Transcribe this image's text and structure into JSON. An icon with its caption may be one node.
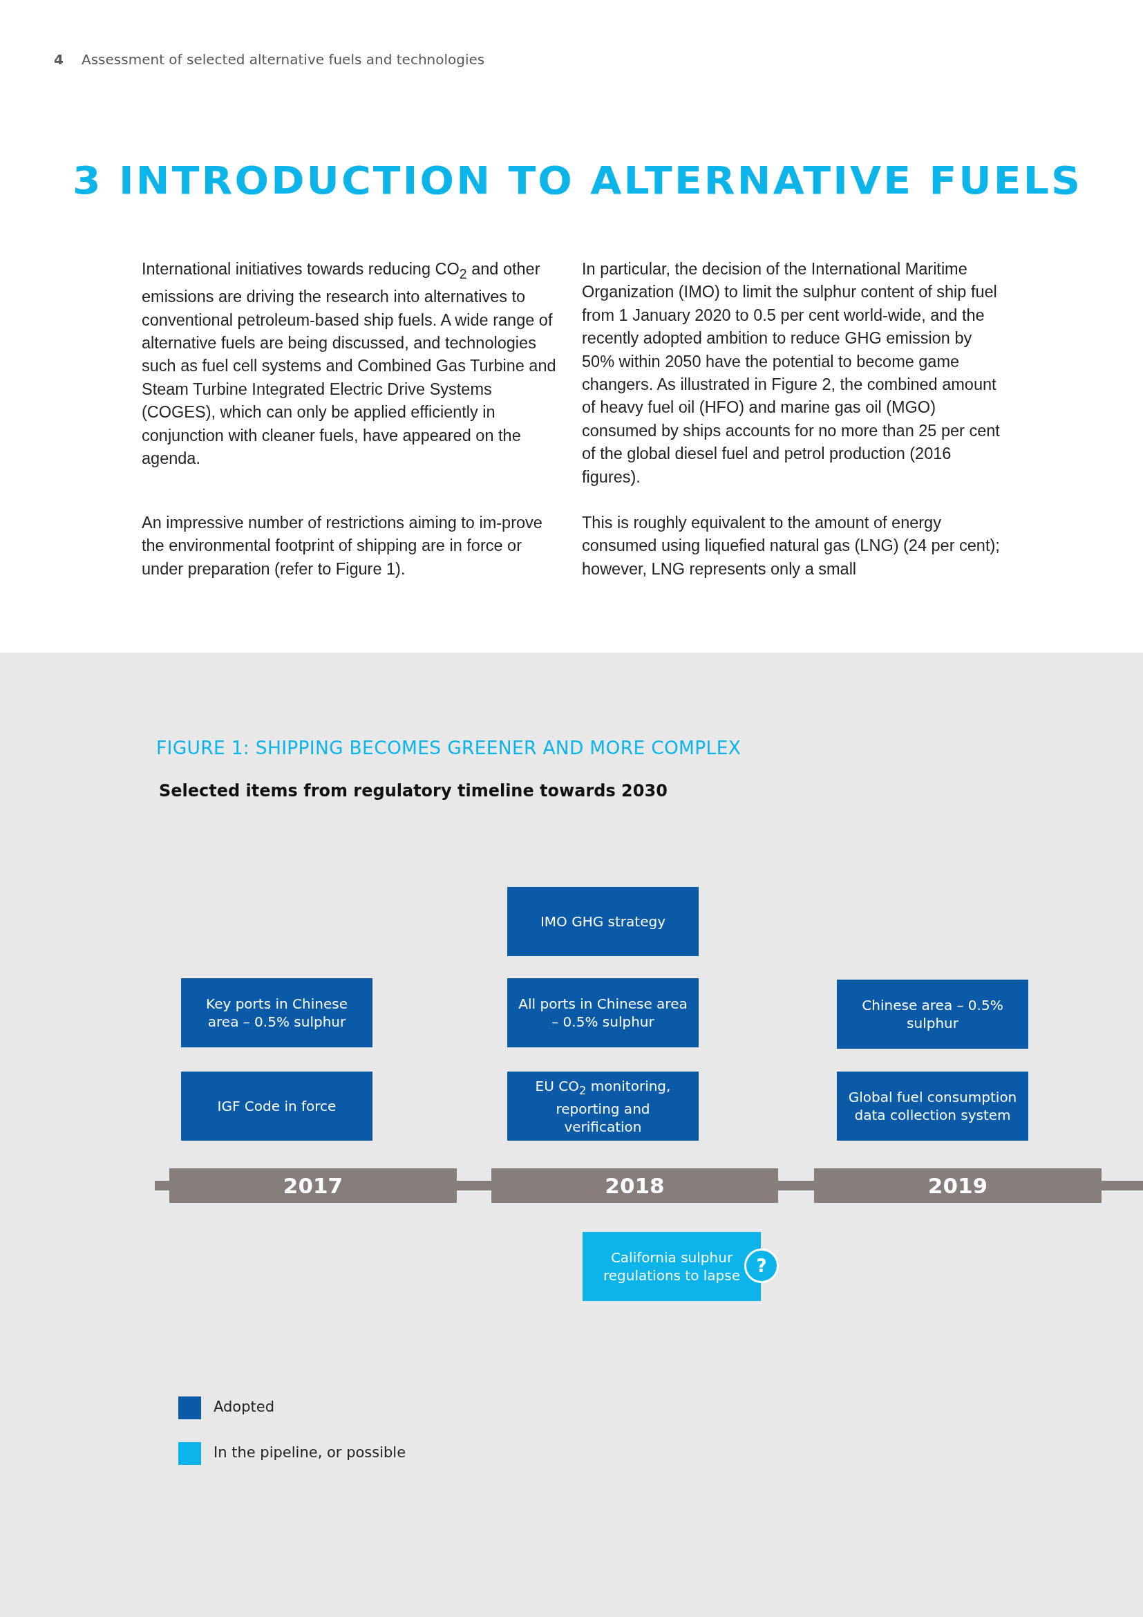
{
  "diagram": {
    "title": "3 INTRODUCTION TO ALTERNATIVE FUELS",
    "nodes": [
      {
        "text": [
          "IMO GHG strategy"
        ]
      },
      {
        "text": [
          "Key ports in Chinese area – 0.5% sulphur"
        ]
      },
      {
        "text": [
          "All ports in Chinese area – 0.5% sulphur"
        ]
      },
      {
        "text": [
          "Chinese area – 0.5% sulphur"
        ]
      },
      {
        "text": [
          "IGF Code in force"
        ]
      },
      {
        "text": [
          "EU CO$_{2}$ monitoring, reporting and verification"
        ]
      },
      {
        "text": [
          "Global fuel consumption data collection system"
        ]
      },
      {
        "text": [
          "2017"
        ]
      },
      {
        "text": [
          "2018"
        ]
      },
      {
        "text": [
          "2019"
        ]
      },
      {
        "text": [
          "California sulphur regulations to lapse"
        ],
        "beside": [
          "?"
        ]
      }
    ],
    "edges": [
      {
        "from": 7,
        "to": 8,
        "arrow": "none"
      },
      {
        "from": 8,
        "to": 9,
        "arrow": "none"
      }
    ],
    "labels": [
      "4",
      "Assessment of selected alternative fuels and technologies",
      "International initiatives towards reducing CO$_{2}$ and other emissions are driving the research into alternatives to conventional petroleum-based ship fuels. A wide range of alternative fuels are being discussed, and technologies such as fuel cell systems and Combined Gas Turbine and Steam Turbine Integrated Electric Drive Systems (COGES), which can only be applied efficiently in conjunction with cleaner fuels, have appeared on the agenda.",
      "An impressive number of restrictions aiming to im-prove the environmental footprint of shipping are in force or under preparation (refer to Figure 1).",
      "In particular, the decision of the International Maritime Organization (IMO) to limit the sulphur content of ship fuel from 1 January 2020 to 0.5 per cent world-wide, and the recently adopted ambition to reduce GHG emission by 50% within 2050 have the potential to become game changers. As illustrated in Figure 2, the combined amount of heavy fuel oil (HFO) and marine gas oil (MGO) consumed by ships accounts for no more than 25 per cent of the global diesel fuel and petrol production (2016 figures).",
      "This is roughly equivalent to the amount of energy consumed using liquefied natural gas (LNG) (24 per cent); however, LNG represents only a small",
      "FIGURE 1: SHIPPING BECOMES GREENER AND MORE COMPLEX",
      "Selected items from regulatory timeline towards 2030"
    ],
    "legend": [
      {
        "text": "Adopted",
        "color": "#0a5aa8"
      },
      {
        "text": "In the pipeline, or possible",
        "color": "#0db4ea"
      }
    ]
  }
}
